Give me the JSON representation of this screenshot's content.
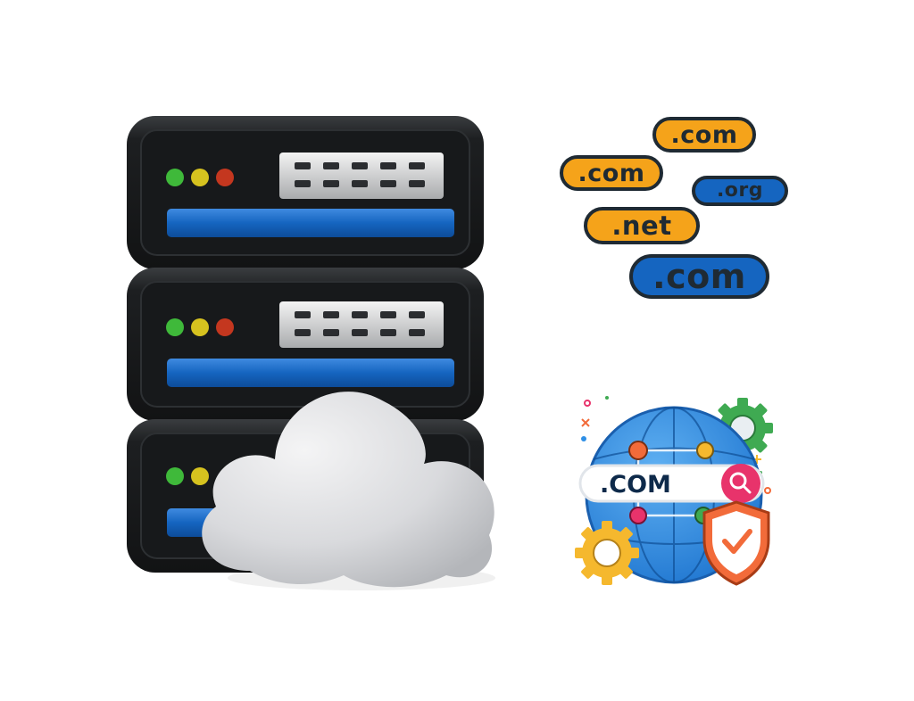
{
  "colors": {
    "server_body": "#1d1f21",
    "server_bar": "#1565c0",
    "led_green": "#3fb93a",
    "led_yellow": "#d6c21f",
    "led_red": "#c4371f",
    "cloud": "#d9dadd",
    "pill_orange": "#f5a31a",
    "pill_blue": "#1565c0",
    "globe": "#2f8fe6",
    "search_button": "#e8336b",
    "shield": "#f26b3a",
    "gear_green": "#3faa52",
    "gear_yellow": "#f5b82e"
  },
  "domains": {
    "pill_1": ".com",
    "pill_2": ".com",
    "pill_3": ".org",
    "pill_4": ".net",
    "pill_5": ".com"
  },
  "search": {
    "text": ".COM"
  },
  "icons": {
    "server_stack": "server-rack-icon",
    "cloud": "cloud-icon",
    "globe": "globe-icon",
    "magnifier": "search-icon",
    "shield": "shield-check-icon",
    "gear": "gear-icon"
  }
}
